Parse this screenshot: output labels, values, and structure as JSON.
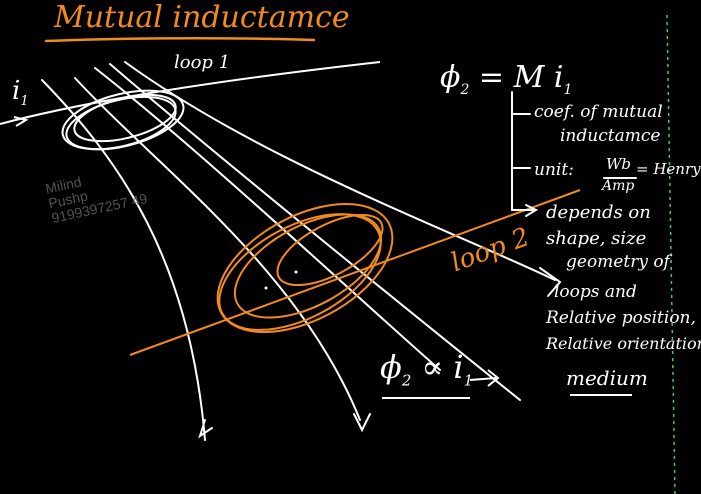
{
  "title": "Mutual inductamce",
  "labels": {
    "i1": "i",
    "i1_sub": "1",
    "loop1": "loop 1",
    "loop2": "loop 2",
    "phi_eq": "ϕ",
    "phi_eq_sub": "2",
    "phi_eq_rhs": "= M i",
    "phi_eq_rhs_sub": "1",
    "coef": "coef. of mutual",
    "coef2": "inductamce",
    "unit_label": "unit:",
    "unit_num": "Wb",
    "unit_den": "Amp",
    "unit_rhs": "= Henry",
    "depends1": "depends on",
    "depends2": "shape, size",
    "depends3": "geometry of",
    "depends4": "loops and",
    "depends5": "Relative position,",
    "depends6": "Relative orientation",
    "medium": "medium",
    "prop_phi": "ϕ",
    "prop_phi_sub": "2",
    "prop_rest": "∝ i",
    "prop_rest_sub": "1"
  },
  "watermark": {
    "line1": "Milind",
    "line2": "Pushp",
    "line3": "9199397257 49"
  },
  "colors": {
    "background": "#000000",
    "ink": "#ffffff",
    "accent": "#f28a1e",
    "guide": "#3fd14a"
  }
}
